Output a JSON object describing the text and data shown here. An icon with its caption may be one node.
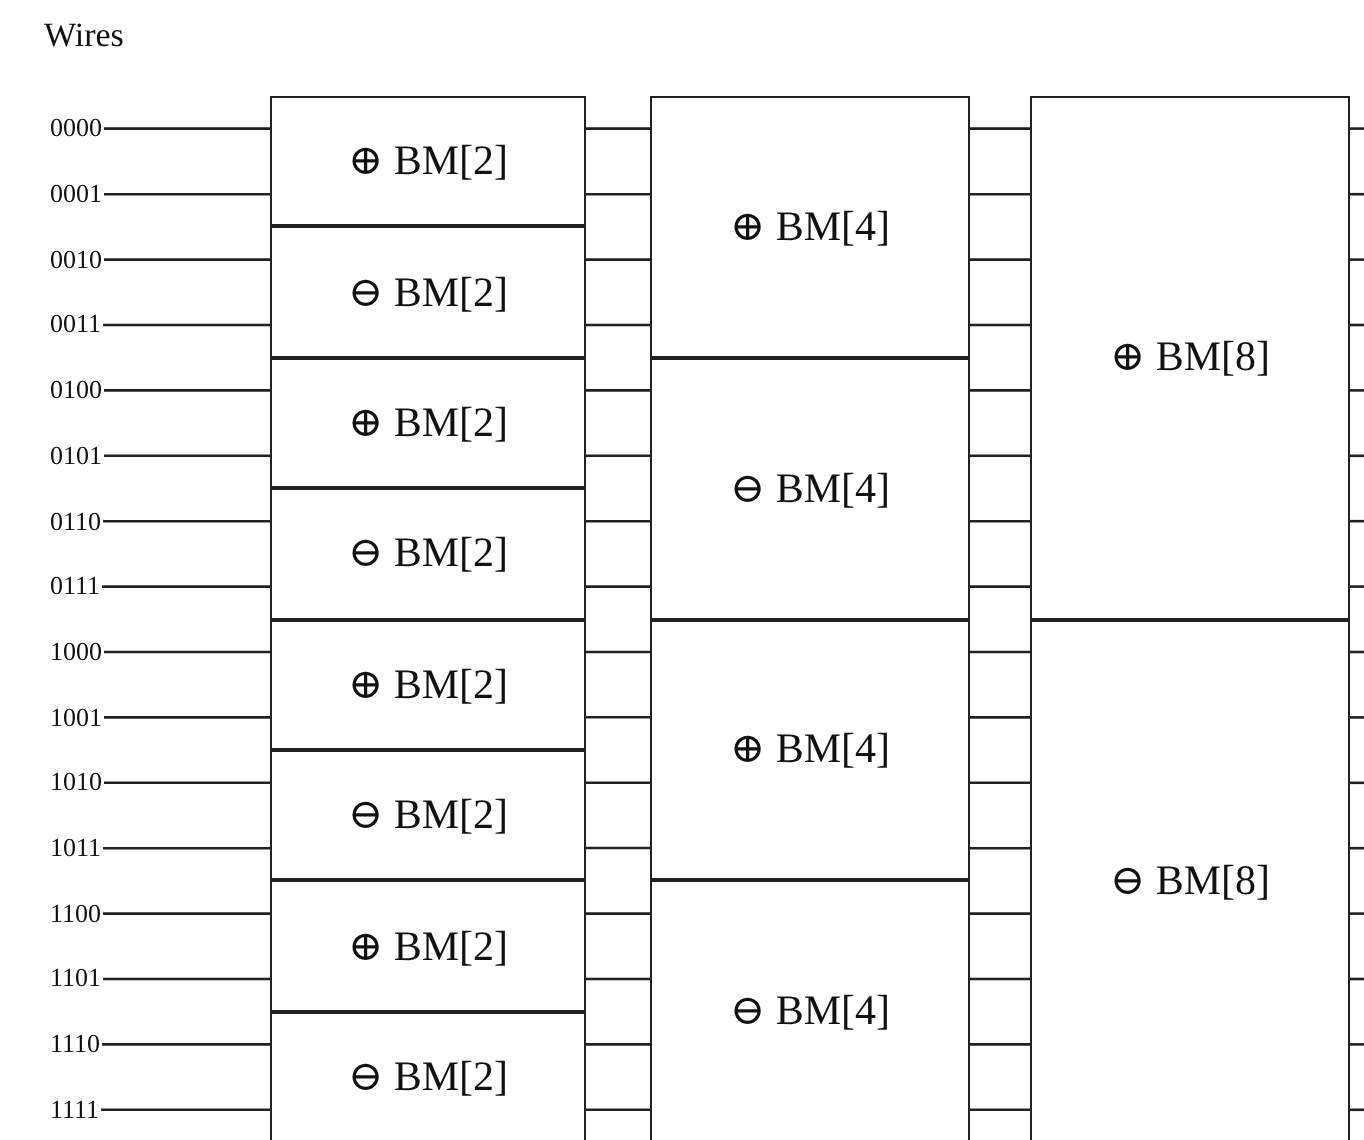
{
  "diagram": {
    "nodes": [
      {
        "text": [
          "0000"
        ]
      },
      {
        "text": [
          "0001"
        ]
      },
      {
        "text": [
          "0010"
        ]
      },
      {
        "text": [
          "0011"
        ]
      },
      {
        "text": [
          "0100"
        ]
      },
      {
        "text": [
          "0101"
        ]
      },
      {
        "text": [
          "0110"
        ]
      },
      {
        "text": [
          "0111"
        ]
      },
      {
        "text": [
          "1000"
        ]
      },
      {
        "text": [
          "1001"
        ]
      },
      {
        "text": [
          "1010"
        ]
      },
      {
        "text": [
          "1011"
        ]
      },
      {
        "text": [
          "1100"
        ]
      },
      {
        "text": [
          "1101"
        ]
      },
      {
        "text": [
          "1110"
        ]
      },
      {
        "text": [
          "1111"
        ]
      },
      {
        "text": [
          "⊕ BM[2]"
        ]
      },
      {
        "text": [
          "⊖ BM[2]"
        ]
      },
      {
        "text": [
          "⊕ BM[2]"
        ]
      },
      {
        "text": [
          "⊖ BM[2]"
        ]
      },
      {
        "text": [
          "⊕ BM[2]"
        ]
      },
      {
        "text": [
          "⊖ BM[2]"
        ]
      },
      {
        "text": [
          "⊕ BM[2]"
        ]
      },
      {
        "text": [
          "⊖ BM[2]"
        ]
      },
      {
        "text": [
          "⊕ BM[4]"
        ]
      },
      {
        "text": [
          "⊖ BM[4]"
        ]
      },
      {
        "text": [
          "⊕ BM[4]"
        ]
      },
      {
        "text": [
          "⊖ BM[4]"
        ]
      },
      {
        "text": [
          "⊕ BM[8]"
        ]
      },
      {
        "text": [
          "⊖ BM[8]"
        ]
      }
    ],
    "edges": [
      {
        "from": 0,
        "to": 16,
        "arrow": "none"
      },
      {
        "from": 1,
        "to": 16,
        "arrow": "none"
      },
      {
        "from": 2,
        "to": 17,
        "arrow": "none"
      },
      {
        "from": 3,
        "to": 17,
        "arrow": "none"
      },
      {
        "from": 4,
        "to": 18,
        "arrow": "none"
      },
      {
        "from": 5,
        "to": 18,
        "arrow": "none"
      },
      {
        "from": 6,
        "to": 19,
        "arrow": "none"
      },
      {
        "from": 7,
        "to": 19,
        "arrow": "none"
      },
      {
        "from": 8,
        "to": 20,
        "arrow": "none"
      },
      {
        "from": 9,
        "to": 20,
        "arrow": "none"
      },
      {
        "from": 10,
        "to": 21,
        "arrow": "none"
      },
      {
        "from": 11,
        "to": 21,
        "arrow": "none"
      },
      {
        "from": 12,
        "to": 22,
        "arrow": "none"
      },
      {
        "from": 13,
        "to": 22,
        "arrow": "none"
      },
      {
        "from": 14,
        "to": 23,
        "arrow": "none"
      },
      {
        "from": 15,
        "to": 23,
        "arrow": "none"
      },
      {
        "from": 16,
        "to": 24,
        "arrow": "none"
      },
      {
        "from": 16,
        "to": 24,
        "arrow": "none"
      },
      {
        "from": 17,
        "to": 24,
        "arrow": "none"
      },
      {
        "from": 17,
        "to": 24,
        "arrow": "none"
      },
      {
        "from": 18,
        "to": 25,
        "arrow": "none"
      },
      {
        "from": 18,
        "to": 25,
        "arrow": "none"
      },
      {
        "from": 19,
        "to": 25,
        "arrow": "none"
      },
      {
        "from": 19,
        "to": 25,
        "arrow": "none"
      },
      {
        "from": 20,
        "to": 26,
        "arrow": "none"
      },
      {
        "from": 20,
        "to": 26,
        "arrow": "none"
      },
      {
        "from": 21,
        "to": 26,
        "arrow": "none"
      },
      {
        "from": 21,
        "to": 26,
        "arrow": "none"
      },
      {
        "from": 22,
        "to": 27,
        "arrow": "none"
      },
      {
        "from": 22,
        "to": 27,
        "arrow": "none"
      },
      {
        "from": 23,
        "to": 27,
        "arrow": "none"
      },
      {
        "from": 23,
        "to": 27,
        "arrow": "none"
      },
      {
        "from": 24,
        "to": 28,
        "arrow": "none"
      },
      {
        "from": 24,
        "to": 28,
        "arrow": "none"
      },
      {
        "from": 24,
        "to": 28,
        "arrow": "none"
      },
      {
        "from": 24,
        "to": 28,
        "arrow": "none"
      },
      {
        "from": 25,
        "to": 28,
        "arrow": "none"
      },
      {
        "from": 25,
        "to": 28,
        "arrow": "none"
      },
      {
        "from": 25,
        "to": 28,
        "arrow": "none"
      },
      {
        "from": 25,
        "to": 28,
        "arrow": "none"
      },
      {
        "from": 26,
        "to": 29,
        "arrow": "none"
      },
      {
        "from": 26,
        "to": 29,
        "arrow": "none"
      },
      {
        "from": 26,
        "to": 29,
        "arrow": "none"
      },
      {
        "from": 26,
        "to": 29,
        "arrow": "none"
      },
      {
        "from": 27,
        "to": 29,
        "arrow": "none"
      },
      {
        "from": 27,
        "to": 29,
        "arrow": "none"
      },
      {
        "from": 27,
        "to": 29,
        "arrow": "none"
      },
      {
        "from": 27,
        "to": 29,
        "arrow": "none"
      },
      {
        "from": 28,
        "to": null,
        "arrow": "none"
      },
      {
        "from": 28,
        "to": null,
        "arrow": "none"
      },
      {
        "from": 28,
        "to": null,
        "arrow": "none"
      },
      {
        "from": 28,
        "to": null,
        "arrow": "none"
      },
      {
        "from": 28,
        "to": null,
        "arrow": "none"
      },
      {
        "from": 28,
        "to": null,
        "arrow": "none"
      },
      {
        "from": 28,
        "to": null,
        "arrow": "none"
      },
      {
        "from": 28,
        "to": null,
        "arrow": "none"
      },
      {
        "from": 29,
        "to": null,
        "arrow": "none"
      },
      {
        "from": 29,
        "to": null,
        "arrow": "none"
      },
      {
        "from": 29,
        "to": null,
        "arrow": "none"
      },
      {
        "from": 29,
        "to": null,
        "arrow": "none"
      },
      {
        "from": 29,
        "to": null,
        "arrow": "none"
      },
      {
        "from": 29,
        "to": null,
        "arrow": "none"
      },
      {
        "from": 29,
        "to": null,
        "arrow": "none"
      },
      {
        "from": 29,
        "to": null,
        "arrow": "none"
      }
    ],
    "labels": [
      "Wires"
    ]
  }
}
